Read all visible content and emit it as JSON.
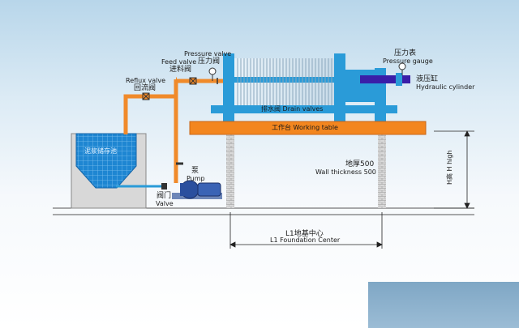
{
  "labels": {
    "tank": "泥浆储存池",
    "pressure_valve_en": "Pressure valve",
    "pressure_valve_cn": "压力阀",
    "feed_valve_en": "Feed valve",
    "feed_valve_cn": "进料阀",
    "reflux_valve_en": "Reflux valve",
    "reflux_valve_cn": "回流阀",
    "pressure_gauge_cn": "压力表",
    "pressure_gauge_en": "Pressure gauge",
    "hydraulic_cylinder_cn": "液压缸",
    "hydraulic_cylinder_en": "Hydraulic cylinder",
    "drain_valves": "排水阀 Drain valves",
    "working_table": "工作台 Working table",
    "pump_cn": "泵",
    "pump_en": "Pump",
    "valve_cn": "阀门",
    "valve_en": "Valve",
    "wall_cn": "地厚500",
    "wall_en": "Wall thickness 500",
    "height": "H高 H high",
    "foundation_cn": "L1地基中心",
    "foundation_en": "L1 Foundation Center"
  },
  "colors": {
    "frame": "#2a9bd8",
    "pipe": "#f08a2a",
    "table": "#f3861f",
    "cylinder": "#3a1ea8",
    "tank_fill": "#1e86d2",
    "pump": "#2a4f9e"
  }
}
